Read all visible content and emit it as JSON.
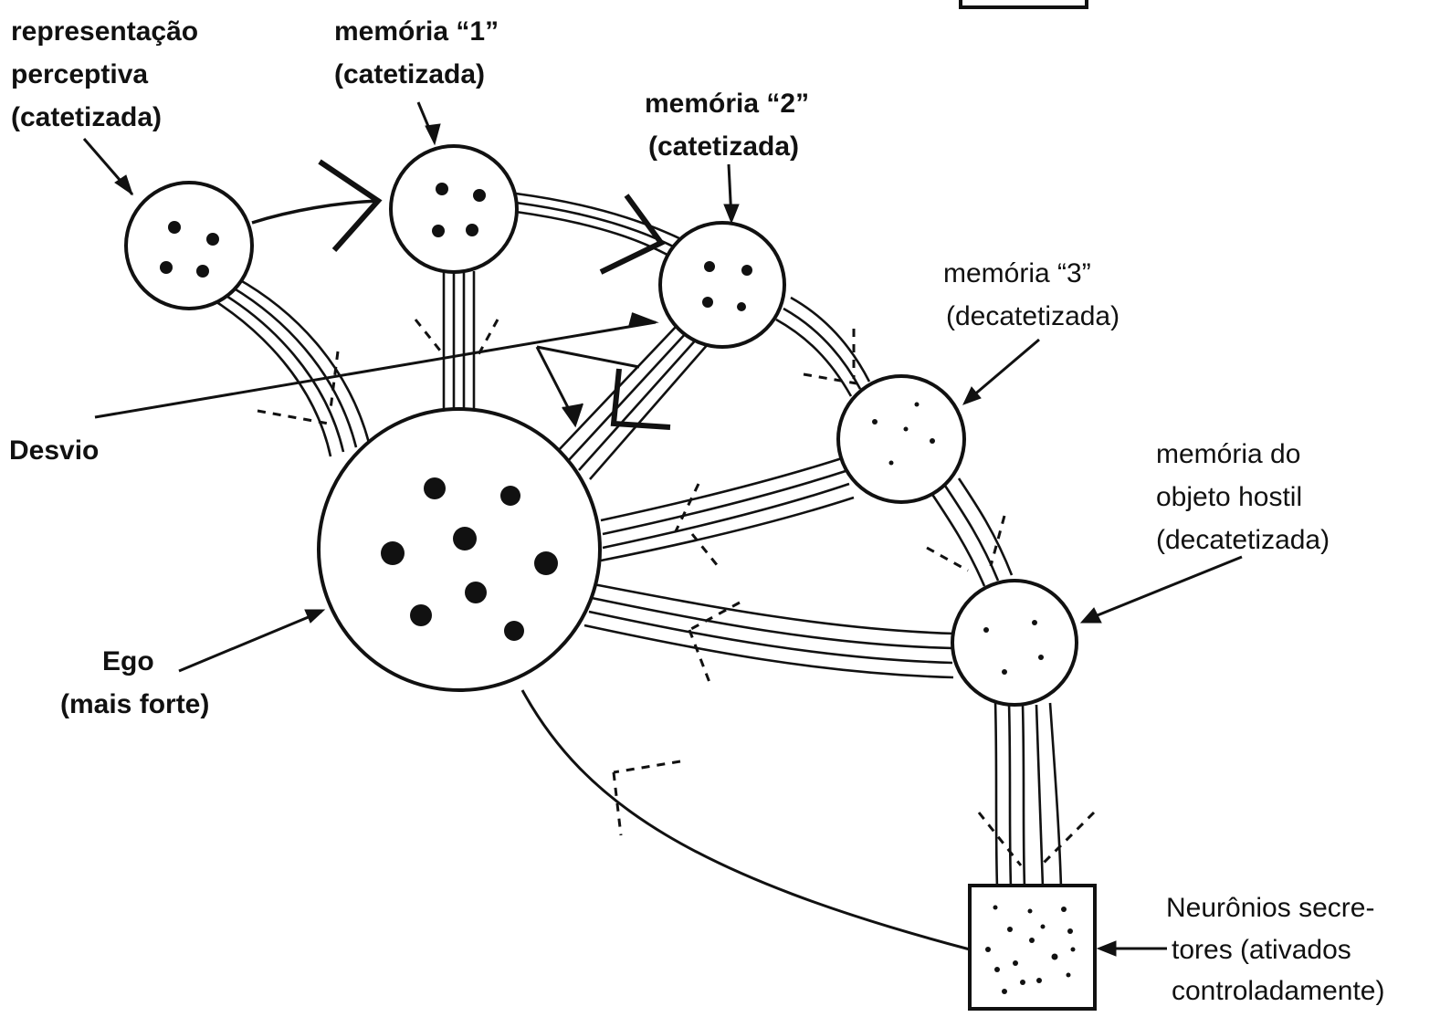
{
  "labels": {
    "perceptive": [
      "representação",
      "perceptiva",
      "(catetizada)"
    ],
    "memory1": [
      "memória  “1”",
      "(catetizada)"
    ],
    "memory2": [
      "memória  “2”",
      "(catetizada)"
    ],
    "memory3": [
      "memória  “3”",
      "(decatetizada)"
    ],
    "hostile": [
      "memória do",
      "objeto hostil",
      "(decatetizada)"
    ],
    "desvio": [
      "Desvio"
    ],
    "ego": [
      "Ego",
      "(mais  forte)"
    ],
    "secretory": [
      "Neurônios secre-",
      "tores  (ativados",
      "controladamente)"
    ]
  },
  "colors": {
    "ink": "#111111",
    "paper": "#ffffff"
  }
}
